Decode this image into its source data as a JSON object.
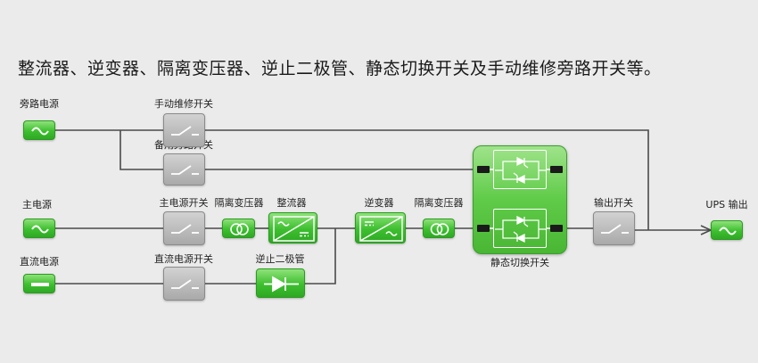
{
  "heading": "整流器、逆变器、隔离变压器、逆止二极管、静态切换开关及手动维修旁路开关等。",
  "labels": {
    "bypass_source": "旁路电源",
    "main_source": "主电源",
    "dc_source": "直流电源",
    "manual_bypass_switch": "手动维修开关",
    "standby_bypass_switch": "备用旁路开关",
    "main_switch": "主电源开关",
    "dc_switch": "直流电源开关",
    "iso_transformer_1": "隔离变压器",
    "rectifier": "整流器",
    "blocking_diode": "逆止二极管",
    "inverter": "逆变器",
    "iso_transformer_2": "隔离变压器",
    "static_switch": "静态切换开关",
    "output_switch": "输出开关",
    "ups_output": "UPS 输出"
  },
  "colors": {
    "green_block": "#3dbf2f",
    "switch_gray": "#a9a9a9",
    "wire": "#4a4a4a",
    "background": "#ebebeb"
  }
}
